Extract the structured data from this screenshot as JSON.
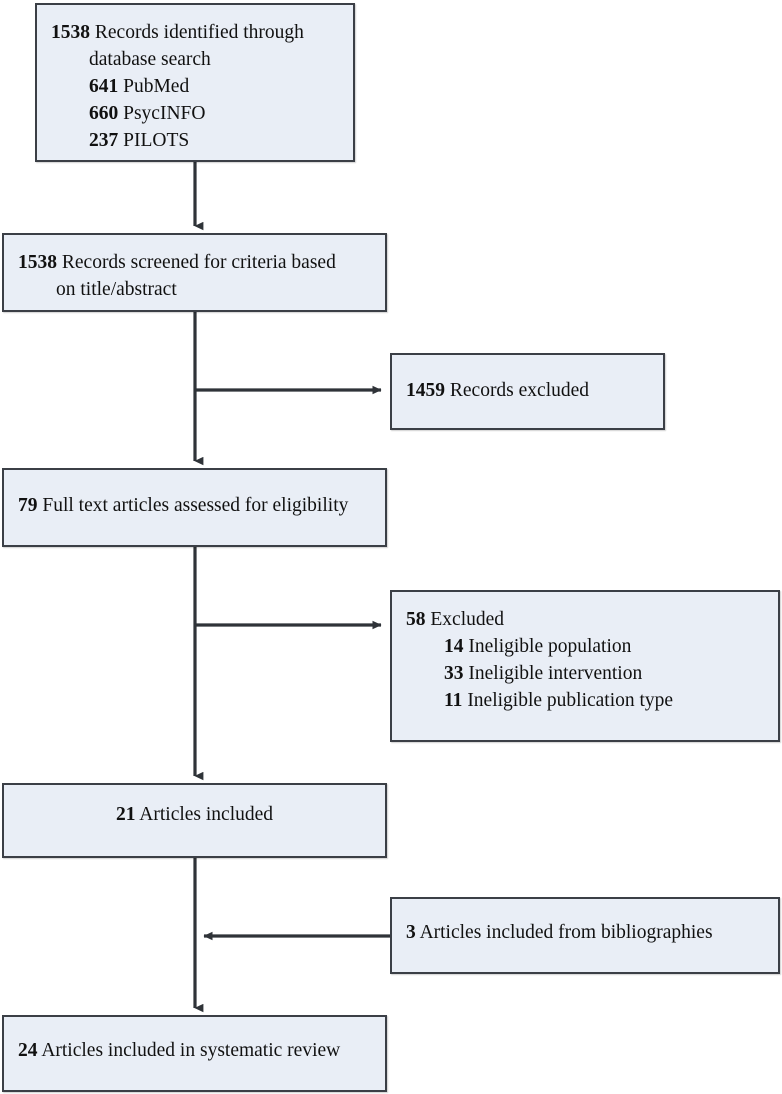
{
  "diagram": {
    "type": "prisma-flow-diagram",
    "colors": {
      "box_fill": "#e9eef6",
      "box_border": "#3b3f46",
      "arrow": "#2f3338",
      "text": "#111111",
      "background": "#ffffff"
    },
    "nodes": {
      "identified": {
        "count": "1538",
        "label": "Records identified through",
        "continuation": "database search",
        "sources": [
          {
            "count": "641",
            "label": "PubMed"
          },
          {
            "count": "660",
            "label": "PsycINFO"
          },
          {
            "count": "237",
            "label": "PILOTS"
          }
        ]
      },
      "screened": {
        "count": "1538",
        "label": "Records screened for criteria based",
        "continuation": "on title/abstract"
      },
      "excluded_screening": {
        "count": "1459",
        "label": "Records excluded"
      },
      "full_text": {
        "count": "79",
        "label": "Full text articles assessed for eligibility"
      },
      "excluded_fulltext": {
        "count": "58",
        "label": "Excluded",
        "reasons": [
          {
            "count": "14",
            "label": "Ineligible population"
          },
          {
            "count": "33",
            "label": "Ineligible intervention"
          },
          {
            "count": "11",
            "label": "Ineligible publication type"
          }
        ]
      },
      "included": {
        "count": "21",
        "label": "Articles included"
      },
      "bibliographies": {
        "count": "3",
        "label": "Articles included from bibliographies"
      },
      "final": {
        "count": "24",
        "label": "Articles included in systematic review"
      }
    }
  }
}
